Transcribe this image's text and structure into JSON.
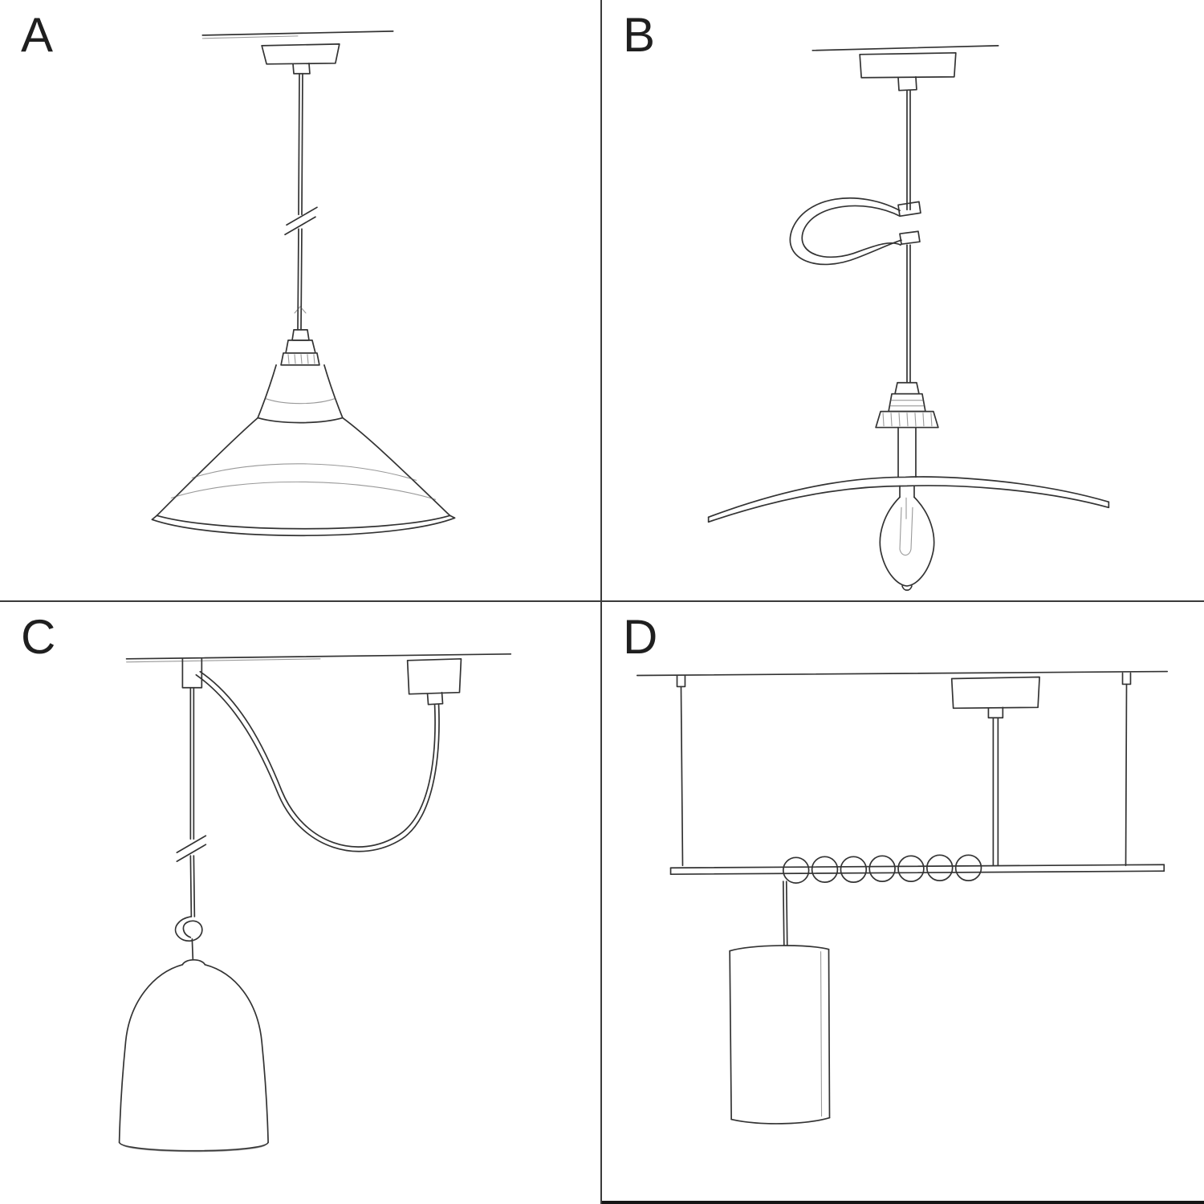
{
  "meta": {
    "background_color": "#ffffff",
    "ink_color": "#333333",
    "divider_color": "#3a3a3a"
  },
  "panels": [
    {
      "label": "A",
      "sketch": "industrial-bowl-shade-pendant-sketch"
    },
    {
      "label": "B",
      "sketch": "flat-plate-shade-pendant-with-cable-hook-and-bulb-sketch"
    },
    {
      "label": "C",
      "sketch": "swag-cable-bell-shade-pendant-with-knot-sketch"
    },
    {
      "label": "D",
      "sketch": "suspended-bar-coiled-cable-cylinder-pendant-sketch"
    }
  ]
}
